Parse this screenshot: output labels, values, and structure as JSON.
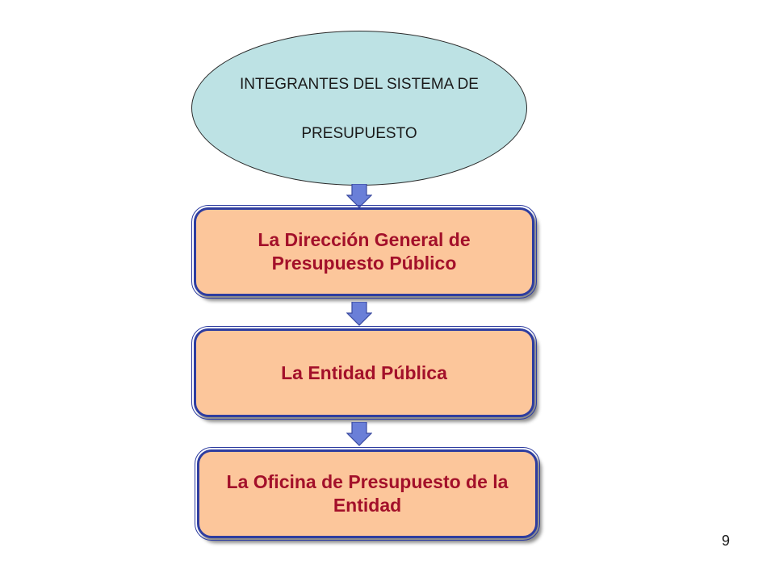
{
  "diagram": {
    "top_node": {
      "line1": "INTEGRANTES DEL SISTEMA DE",
      "line2": "PRESUPUESTO"
    },
    "nodes": [
      {
        "label": "La Dirección General de Presupuesto Público"
      },
      {
        "label": "La Entidad Pública"
      },
      {
        "label": "La Oficina de Presupuesto de la Entidad"
      }
    ],
    "colors": {
      "ellipse_fill": "#bde2e4",
      "box_fill": "#fcc69b",
      "box_border": "#2e3da0",
      "box_text": "#a3102a",
      "arrow_fill": "#6a7fd8"
    }
  },
  "slide": {
    "page_number": "9"
  }
}
